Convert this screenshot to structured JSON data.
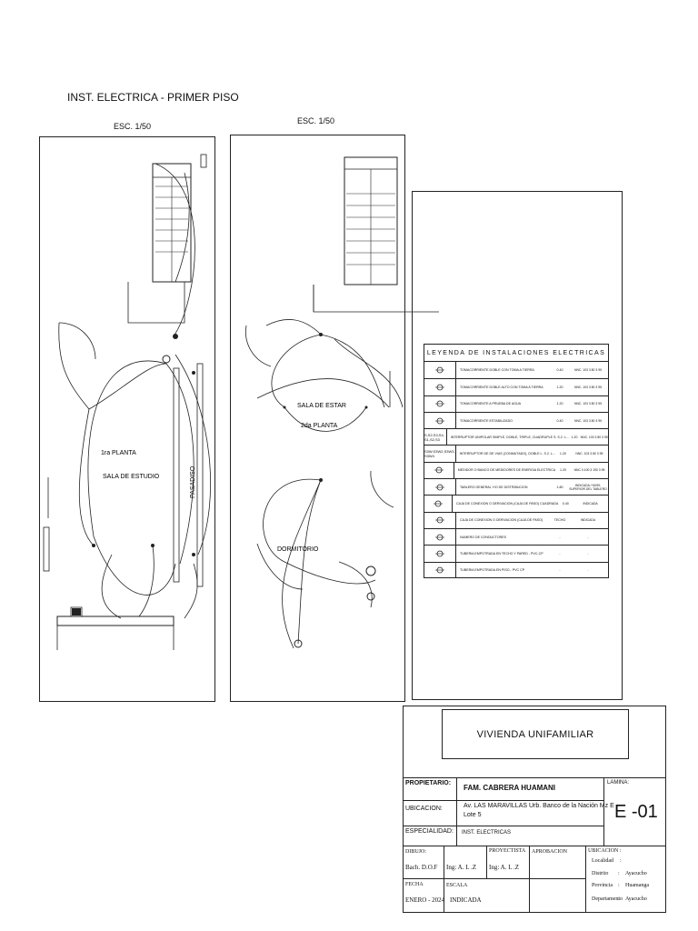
{
  "header": {
    "title": "INST. ELECTRICA - PRIMER PISO",
    "scale_left": "ESC. 1/50",
    "scale_right": "ESC. 1/50"
  },
  "plan1": {
    "label_floor": "1ra PLANTA",
    "label_room": "SALA DE ESTUDIO",
    "label_corridor": "PASADISO"
  },
  "plan2": {
    "label_room1": "SALA DE ESTAR",
    "label_floor": "2da PLANTA",
    "label_room2": "DORMITORIO"
  },
  "legend": {
    "title": "LEYENDA DE INSTALACIONES ELECTRICAS",
    "rows": [
      {
        "symbol": "outlet-double-ground",
        "code": "",
        "desc": "TOMACORRIENTE DOBLE CON TOMA A TIERRA",
        "h": "0.40",
        "note": "NNC. 103 3 80 3 95"
      },
      {
        "symbol": "outlet-double-high",
        "code": "",
        "desc": "TOMACORRIENTE DOBLE ALTO CON TOMA A TIERRA",
        "h": "1.20",
        "note": "NNC. 103 3 80 3 95"
      },
      {
        "symbol": "outlet-waterproof",
        "code": "",
        "desc": "TOMACORRIENTE A PRUEBA DE AGUA",
        "h": "1.20",
        "note": "NNC. 103 3 80 3 95"
      },
      {
        "symbol": "outlet-stabilized",
        "code": "",
        "desc": "TOMACORRIENTE ESTABILIZADO",
        "h": "0.40",
        "note": "NNC. 103 3 80 3 95"
      },
      {
        "symbol": "switch",
        "code": "S,S2,S3,S4,  S1,S2,S3",
        "desc": "INTERRUPTOR UNIPOLAR SIMPLE, DOBLE, TRIPLE, CUADRUPLE  S. S.2. L...",
        "h": "1.20",
        "note": "NNC. 103 3 80 3 95"
      },
      {
        "symbol": "switch-3way",
        "code": "S3W,S3W2,S3W3,  S3W4",
        "desc": "INTERRUPTOR DE DE VIAS (CONMUTADO), DOBLE  L. S.2. L...",
        "h": "1.20",
        "note": "NNC. 103 3 80 3 95"
      },
      {
        "symbol": "meter",
        "code": "",
        "desc": "MEDIDOR O BANCO DE MEDIDORES DE ENERGIA ELECTRICA",
        "h": "1.20",
        "note": "NNC 0.100 3 190 3 95"
      },
      {
        "symbol": "panel",
        "code": "",
        "desc": "TABLERO GENERAL Y/O DE DISTRIBUCION",
        "h": "1.80",
        "note": "INDICADA / NIVEL SUPERIOR DEL TABLERO"
      },
      {
        "symbol": "junction-box-square",
        "code": "",
        "desc": "CAJA DE CONEXION O DERIVACION (CAJA DE PASO) CUADRADA",
        "h": "0.40",
        "note": "INDICADA"
      },
      {
        "symbol": "junction-box-round",
        "code": "",
        "desc": "CAJA DE CONEXION O DERIVACION (CAJA DE PASO)",
        "h": "TECHO",
        "note": "INDICADA"
      },
      {
        "symbol": "conductor-count",
        "code": "",
        "desc": "NUMERO DE CONDUCTORES",
        "h": "-",
        "note": "-"
      },
      {
        "symbol": "conduit-ceiling",
        "code": "",
        "desc": "TUBERIA EMPOTRADA EN TECHO Y PARED - PVC-CP",
        "h": "-",
        "note": "-"
      },
      {
        "symbol": "conduit-floor",
        "code": "",
        "desc": "TUBERIA EMPOTRADA EN PISO - PVC CP",
        "h": "-",
        "note": "-"
      }
    ]
  },
  "title_block": {
    "project_name": "VIVIENDA UNIFAMILIAR",
    "owner_label": "PROPIETARIO:",
    "owner_value": "FAM. CABRERA HUAMANI",
    "location_label": "UBICACION:",
    "location_value_1": "Av. LAS MARAVILLAS Urb. Banco de la Nación Mz E",
    "location_value_2": "Lote 5",
    "specialty_label": "ESPECIALIDAD:",
    "specialty_value": "INST. ELECTRICAS",
    "sheet_label": "LAMINA:",
    "sheet_value": "E -01",
    "drawing_label": "DIBUJO:",
    "drawing_value": "Bach. D.O.F",
    "drawing_value2": "Ing: A. L .Z",
    "designer_label": "PROYECTISTA",
    "designer_value": "Ing: A. L .Z",
    "approval_label": "APROBACION",
    "ubic_label": "UBICACION :",
    "locality_label": "Localidad",
    "locality_value": ":",
    "district_label": "Distrito",
    "district_value": "Ayacucho",
    "province_label": "Provincia",
    "province_value": "Huamanga",
    "dept_label": "Departamento",
    "dept_value": "Ayacucho",
    "date_label": "FECHA",
    "date_value": "ENERO - 2024",
    "scale_label": "ESCALA",
    "scale_value": "INDICADA"
  }
}
